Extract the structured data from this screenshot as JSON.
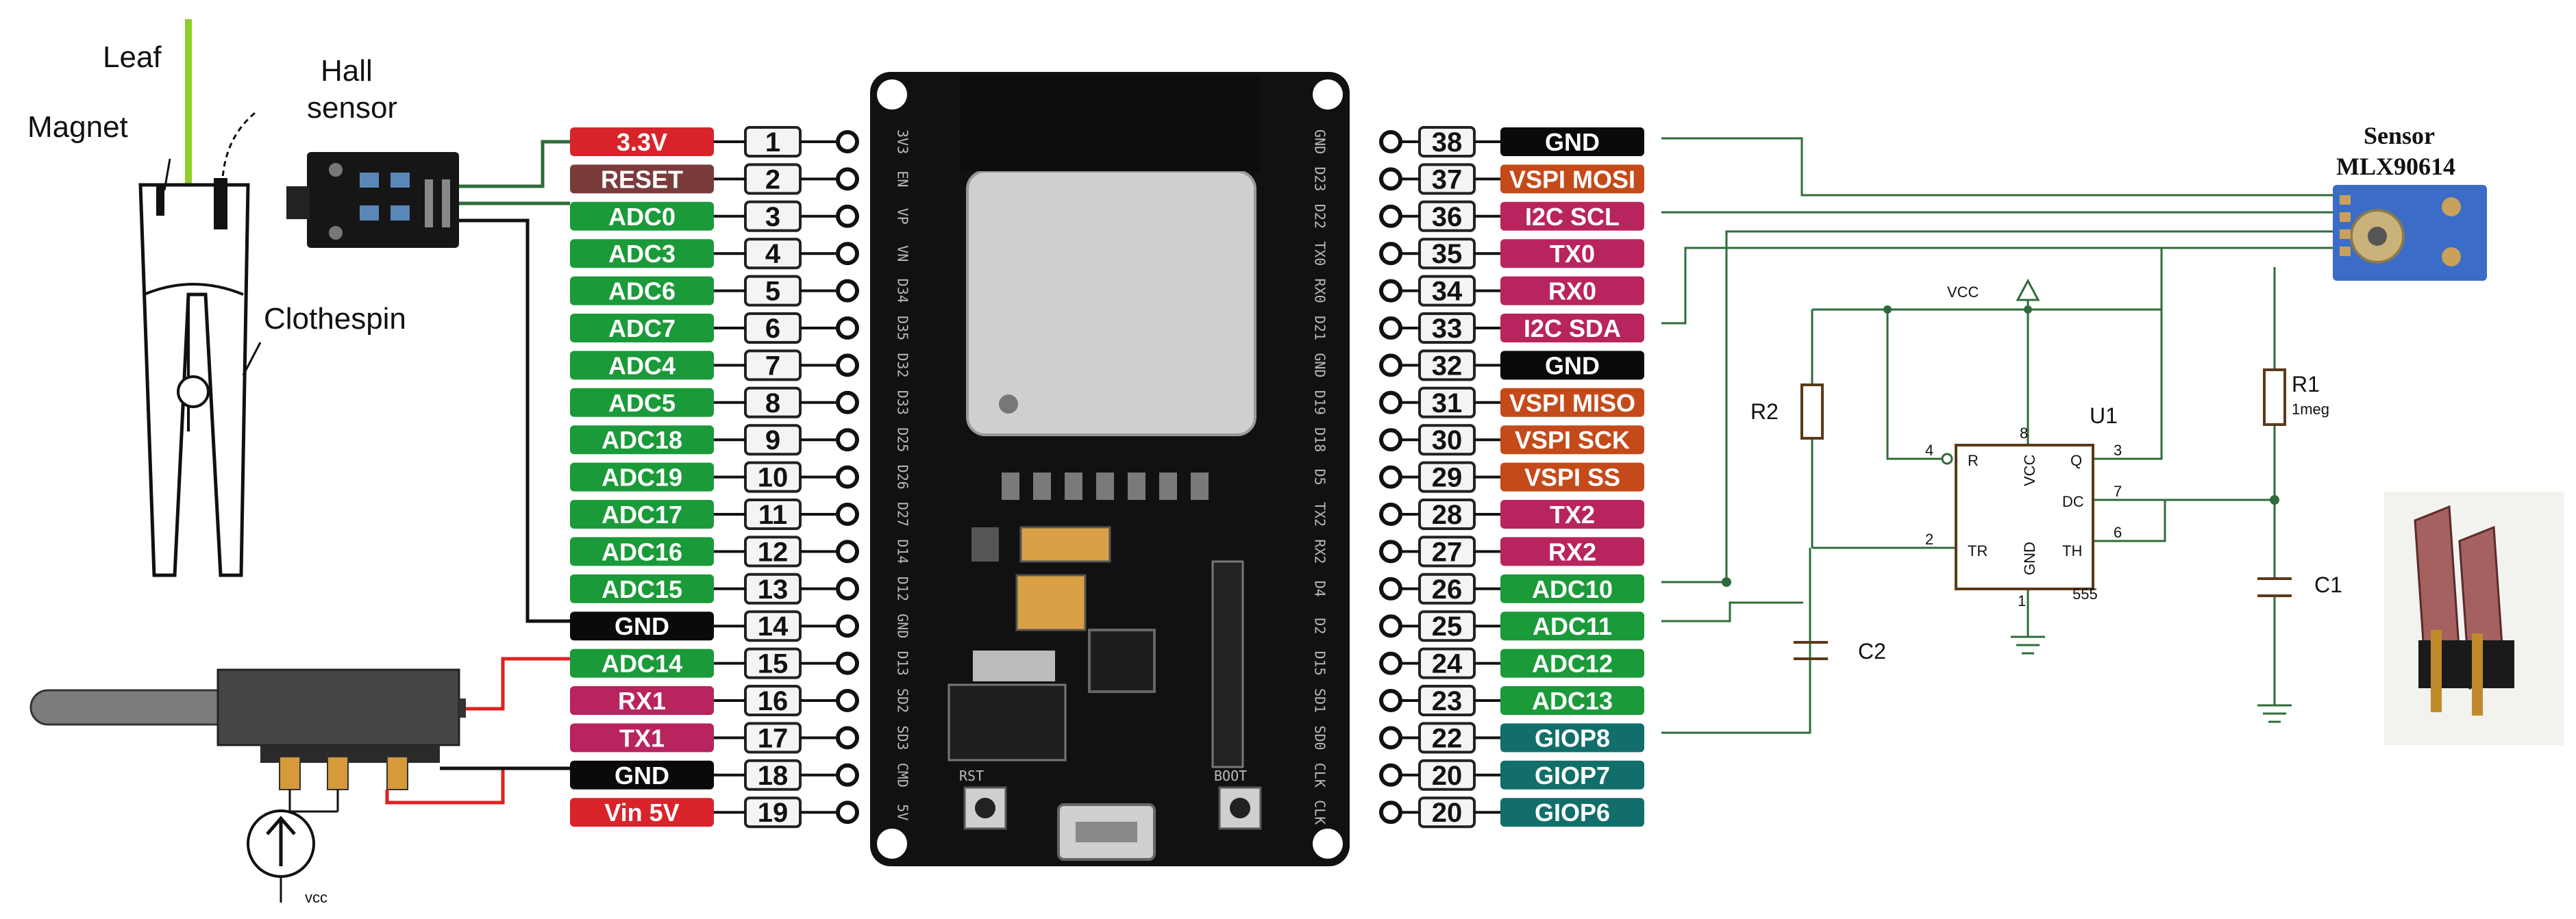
{
  "colors": {
    "red": "#d8232a",
    "brown": "#7a3b3b",
    "green": "#1b9a3a",
    "black": "#0a0a0a",
    "orange": "#c44a19",
    "magenta": "#b8245e",
    "teal": "#126e6a",
    "wire_green": "#2f6b3a",
    "wire_red": "#e02020"
  },
  "left_pins": [
    {
      "num": "1",
      "label": "3.3V",
      "color": "red",
      "chip": "3V3"
    },
    {
      "num": "2",
      "label": "RESET",
      "color": "brown",
      "chip": "EN"
    },
    {
      "num": "3",
      "label": "ADC0",
      "color": "green",
      "chip": "VP"
    },
    {
      "num": "4",
      "label": "ADC3",
      "color": "green",
      "chip": "VN"
    },
    {
      "num": "5",
      "label": "ADC6",
      "color": "green",
      "chip": "D34"
    },
    {
      "num": "6",
      "label": "ADC7",
      "color": "green",
      "chip": "D35"
    },
    {
      "num": "7",
      "label": "ADC4",
      "color": "green",
      "chip": "D32"
    },
    {
      "num": "8",
      "label": "ADC5",
      "color": "green",
      "chip": "D33"
    },
    {
      "num": "9",
      "label": "ADC18",
      "color": "green",
      "chip": "D25"
    },
    {
      "num": "10",
      "label": "ADC19",
      "color": "green",
      "chip": "D26"
    },
    {
      "num": "11",
      "label": "ADC17",
      "color": "green",
      "chip": "D27"
    },
    {
      "num": "12",
      "label": "ADC16",
      "color": "green",
      "chip": "D14"
    },
    {
      "num": "13",
      "label": "ADC15",
      "color": "green",
      "chip": "D12"
    },
    {
      "num": "14",
      "label": "GND",
      "color": "black",
      "chip": "GND"
    },
    {
      "num": "15",
      "label": "ADC14",
      "color": "green",
      "chip": "D13"
    },
    {
      "num": "16",
      "label": "RX1",
      "color": "magenta",
      "chip": "SD2"
    },
    {
      "num": "17",
      "label": "TX1",
      "color": "magenta",
      "chip": "SD3"
    },
    {
      "num": "18",
      "label": "GND",
      "color": "black",
      "chip": "CMD"
    },
    {
      "num": "19",
      "label": "Vin 5V",
      "color": "red",
      "chip": "5V"
    }
  ],
  "right_pins": [
    {
      "num": "38",
      "label": "GND",
      "color": "black",
      "chip": "GND"
    },
    {
      "num": "37",
      "label": "VSPI MOSI",
      "color": "orange",
      "chip": "D23"
    },
    {
      "num": "36",
      "label": "I2C SCL",
      "color": "magenta",
      "chip": "D22"
    },
    {
      "num": "35",
      "label": "TX0",
      "color": "magenta",
      "chip": "TX0"
    },
    {
      "num": "34",
      "label": "RX0",
      "color": "magenta",
      "chip": "RX0"
    },
    {
      "num": "33",
      "label": "I2C SDA",
      "color": "magenta",
      "chip": "D21"
    },
    {
      "num": "32",
      "label": "GND",
      "color": "black",
      "chip": "GND"
    },
    {
      "num": "31",
      "label": "VSPI MISO",
      "color": "orange",
      "chip": "D19"
    },
    {
      "num": "30",
      "label": "VSPI SCK",
      "color": "orange",
      "chip": "D18"
    },
    {
      "num": "29",
      "label": "VSPI SS",
      "color": "orange",
      "chip": "D5"
    },
    {
      "num": "28",
      "label": "TX2",
      "color": "magenta",
      "chip": "TX2"
    },
    {
      "num": "27",
      "label": "RX2",
      "color": "magenta",
      "chip": "RX2"
    },
    {
      "num": "26",
      "label": "ADC10",
      "color": "green",
      "chip": "D4"
    },
    {
      "num": "25",
      "label": "ADC11",
      "color": "green",
      "chip": "D2"
    },
    {
      "num": "24",
      "label": "ADC12",
      "color": "green",
      "chip": "D15"
    },
    {
      "num": "23",
      "label": "ADC13",
      "color": "green",
      "chip": "SD1"
    },
    {
      "num": "22",
      "label": "GIOP8",
      "color": "teal",
      "chip": "SD0"
    },
    {
      "num": "20",
      "label": "GIOP7",
      "color": "teal",
      "chip": "CLK"
    },
    {
      "num": "20",
      "label": "GIOP6",
      "color": "teal",
      "chip": "CLK"
    }
  ],
  "captions": {
    "leaf": "Leaf",
    "hall_line1": "Hall",
    "hall_line2": "sensor",
    "magnet": "Magnet",
    "clothespin": "Clothespin",
    "probe_vcc": "vcc",
    "sensor_line1": "Sensor",
    "sensor_line2": "MLX90614"
  },
  "schematic": {
    "vcc": "VCC",
    "r1": "R1",
    "r1_value": "1meg",
    "r2": "R2",
    "c1": "C1",
    "c2": "C2",
    "u1": "U1",
    "chip_name": "555",
    "pin_r": "R",
    "pin_vcc": "VCC",
    "pin_q": "Q",
    "pin_dc": "DC",
    "pin_tr": "TR",
    "pin_gnd": "GND",
    "pin_th": "TH",
    "num_4": "4",
    "num_8": "8",
    "num_3": "3",
    "num_7": "7",
    "num_6": "6",
    "num_2": "2",
    "num_1": "1"
  },
  "board": {
    "rst": "RST",
    "boot": "BOOT"
  }
}
